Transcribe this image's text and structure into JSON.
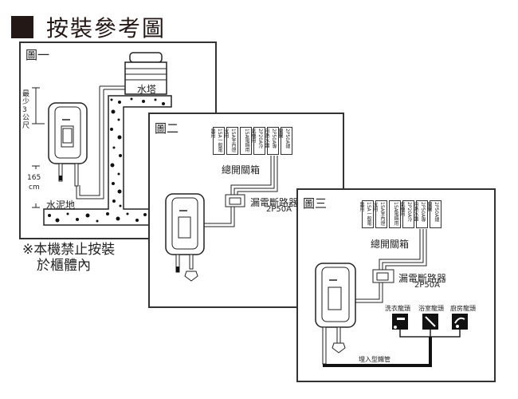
{
  "header": {
    "title": "按裝參考圖"
  },
  "figure1": {
    "label": "圖一",
    "water_tower": "水塔",
    "min_height": "最少3公尺",
    "height_165": "165",
    "height_unit": "cm",
    "cement_floor": "水泥地"
  },
  "note": {
    "line1": "※本機禁止按裝",
    "line2": "於櫃體內"
  },
  "figure2": {
    "label": "圖二",
    "breakers": [
      {
        "name": "一般電器用",
        "rating": "15A"
      },
      {
        "name": "室內燈光用",
        "rating": "15A"
      },
      {
        "name": "電鍋用",
        "rating": "15A"
      },
      {
        "name": "冷氣機用",
        "rating": "2P20A"
      },
      {
        "name": "專用熱水器",
        "rating": "2P50A"
      },
      {
        "name": "總開關",
        "rating": "2P50A"
      }
    ],
    "main_box": "總開關箱",
    "leakage_breaker": "漏電斷路器",
    "leakage_rating": "2P50A"
  },
  "figure3": {
    "label": "圖三",
    "main_box": "總開關箱",
    "leakage_breaker": "漏電斷路器",
    "leakage_rating": "2P50A",
    "faucets": [
      "洗衣龍頭",
      "浴室龍頭",
      "廚房龍頭"
    ],
    "buried_pipe": "埋入型鐵管"
  }
}
